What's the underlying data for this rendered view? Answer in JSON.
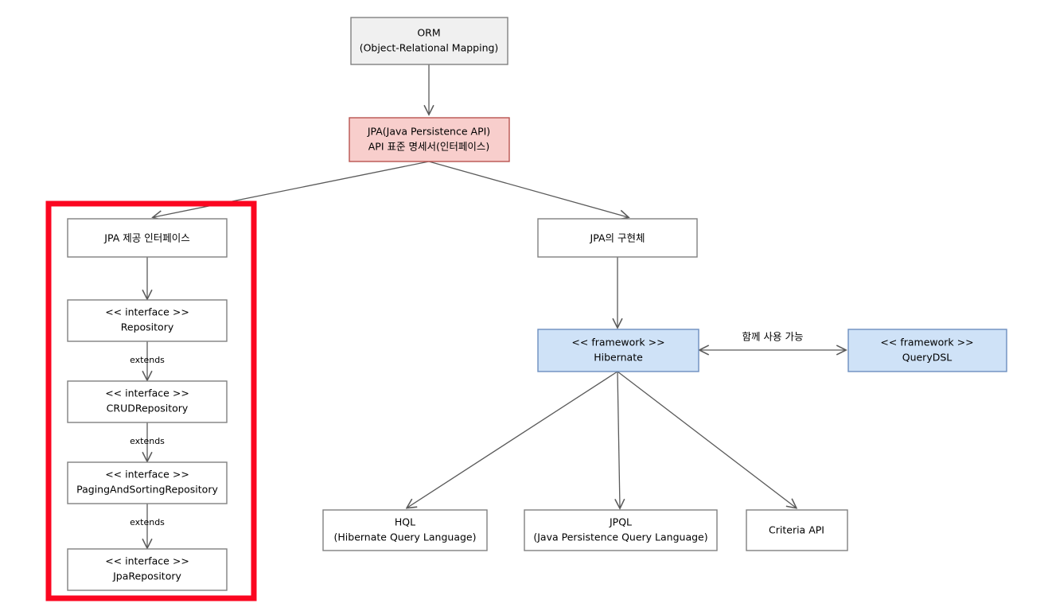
{
  "diagram": {
    "title": "JPA / ORM architecture diagram",
    "background": "#ffffff",
    "colors": {
      "gray_fill": "#f0f0f0",
      "pink_fill": "#f8cecc",
      "blue_fill": "#cfe2f7",
      "white_fill": "#ffffff",
      "node_stroke": "#808080",
      "edge_stroke": "#5a5a5a",
      "highlight_stroke": "#fb0620"
    },
    "nodes": {
      "orm": {
        "line1": "ORM",
        "line2": "(Object-Relational Mapping)"
      },
      "jpa": {
        "line1": "JPA(Java Persistence API)",
        "line2": "API 표준 명세서(인터페이스)"
      },
      "jpa_provided_interface": {
        "line1": "JPA 제공 인터페이스",
        "line2": ""
      },
      "repository": {
        "line1": "<< interface >>",
        "line2": "Repository"
      },
      "crud_repository": {
        "line1": "<< interface >>",
        "line2": "CRUDRepository"
      },
      "paging_and_sorting_repository": {
        "line1": "<< interface >>",
        "line2": "PagingAndSortingRepository"
      },
      "jpa_repository": {
        "line1": "<< interface >>",
        "line2": "JpaRepository"
      },
      "jpa_implementation": {
        "line1": "JPA의 구현체",
        "line2": ""
      },
      "hibernate": {
        "line1": "<< framework >>",
        "line2": "Hibernate"
      },
      "querydsl": {
        "line1": "<< framework >>",
        "line2": "QueryDSL"
      },
      "hql": {
        "line1": "HQL",
        "line2": "(Hibernate Query Language)"
      },
      "jpql": {
        "line1": "JPQL",
        "line2": "(Java Persistence Query Language)"
      },
      "criteria_api": {
        "line1": "Criteria API",
        "line2": ""
      }
    },
    "edge_labels": {
      "extends_1": "extends",
      "extends_2": "extends",
      "extends_3": "extends",
      "together_usable": "함께 사용 가능"
    }
  }
}
